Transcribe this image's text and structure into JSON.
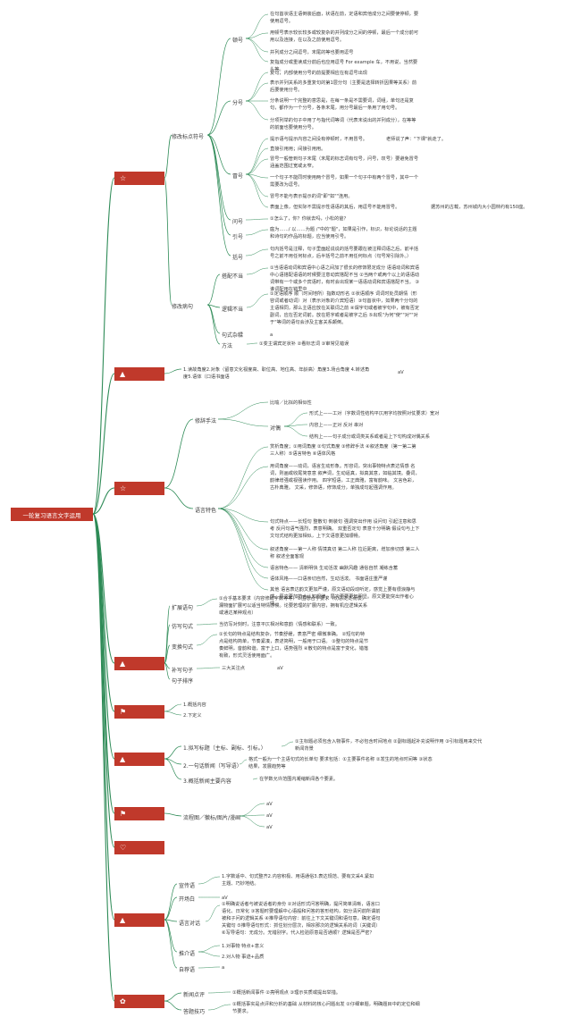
{
  "root": "一轮复习语言文字运用",
  "categories": [
    {
      "label": "",
      "icon": "☆",
      "icon_name": "star-icon"
    },
    {
      "label": "",
      "icon": "▲",
      "icon_name": "fire-icon"
    },
    {
      "label": "",
      "icon": "☆",
      "icon_name": "star-icon"
    },
    {
      "label": "",
      "icon": "▲",
      "icon_name": "fire-icon"
    },
    {
      "label": "",
      "icon": "⚑",
      "icon_name": "flag-icon"
    },
    {
      "label": "",
      "icon": "▲",
      "icon_name": "fire-icon"
    },
    {
      "label": "",
      "icon": "⚑",
      "icon_name": "flag-icon"
    },
    {
      "label": "",
      "icon": "♡",
      "icon_name": "heart-icon"
    },
    {
      "label": "",
      "icon": "▲",
      "icon_name": "fire-icon"
    },
    {
      "label": "",
      "icon": "✿",
      "icon_name": "medal-icon"
    }
  ],
  "c1": {
    "sub1": "修改标点符号",
    "sub2": "修改病句",
    "dunhao": "顿号",
    "fenhao": "分号",
    "maohao": "冒号",
    "wenhao": "问号",
    "yinhao": "引号",
    "kuohao": "括号",
    "dunhao_notes": [
      "在句首状语主语倒装后面，状语在前，定语和宾他成分之间要使停顿，要使用逗号。",
      "用顿号表示较长较多或较复杂的并列成分之间的停顿，最后一个成分前可用以及连接，在以及之前使用逗号。",
      "并列成分之间逗号，末尾的等也要用逗号",
      "复指成分或重读成分前后也应用逗号 For example 车，不用说，当然要头等。"
    ],
    "fenhao_notes": [
      "复句，内部使用分号的前提要相应在有逗号出现",
      "表示并列关系的多重复句的第1层分句（主要是选择转折因果等关系）前后要使用分号。",
      "分条说明一个完整的意思是，在每一条是不需要词，词组，单句还是复句，都作为一个分号，各条末尾，用分号最后一条用了用句号。",
      "分项列举的句子中用了与指代词等词（代表末说出的并列成分），在等等的前面也要使用分号。"
    ],
    "maohao_notes": [
      "提示语与提示内容之间没有停顿时，不用冒号。",
      "直接引用用；间接引用用。",
      "冒号一般管到句子末尾（末尾的标志词有句号，问号，叹号）要避免冒号涵盖范围过宽或太窄。",
      "一个句子不能同时使用两个冒号，如果一个句子中有两个冒号，其中一个需要改为逗号。",
      "冒号不能与表示提示的词\"即\"如\"\"连用。",
      "表面上像，但实际不需提示性语语的其后，用逗号不能用冒号。"
    ],
    "maohao_aside1": "老师说了声：\"下课\"就走了。",
    "maohao_aside2": "据苏州的古载，苏州城内大小园林约有150座。",
    "wenhao_note": "①怎么了，你？你就去吗，小松的爸？",
    "yinhao_note": "庭为……/ 以……为题 /\"中的\"题\"，如果是引作，标识，标论说话的主题和诗句的作品的标题，应当使用引号。",
    "kuohao_note": "句内括号是注释，句子里面起说说的括号要跟在被注释词语之后，前半括号之前不用任何标点，后半括号之前不用任何标点（句号常引除外。）",
    "dapei": "搭配不当",
    "dapei_note": "①当语语动词和宾语中心语之间加了很长的修饰限定成分 语语动词和宾语中心语搭配语语的时候要注意动宾搭配不当 ②当两个或两个以上的语语动词带有一个或多个宾语时，有时会出现某一语语动词和宾语搭配不当。 ③谁词配用在错里中",
    "luoji": "逻辑不当",
    "luoji_note": "①定语顺序 顺（时间地所）指数动形名 ②状语顺序 词词时处员期情（形容词或者动词）对（表示对象的介宾短语）③句首状中，如果两个分句的主语相同，那么主语应放在关联词之前 ④谓字句或者被字句中，被有否定副词，应在否定词前。放在把字或者是被字之后 ⑤出现\"为何\"使\"\"对\"\"对于\"等词的语句会涉及主客关系颠倒。",
    "jushi": "句式杂糅",
    "jushi_tail": "a",
    "fangfa": "方法",
    "fangfa_note": "①变主谓宾定状补 ②看标志词 ③审常见错误"
  },
  "c2": {
    "text": "1.读故角度2.对象（留意文化视度高、职位高、地位高、年龄高）角度3.场合角度 4.转述角度5.语体（口语书面语",
    "tail": "aV"
  },
  "c3": {
    "sub1": "修辞手法",
    "sub2": "语言特色",
    "bibiy": "比喻／比拟的相似性",
    "duiou": "对偶",
    "duiou_xingshi": "形式上——工对（字数词性结构平仄用字均按照对仗要求）宽对",
    "duiou_neirong": "内容上——正对 反对 串对",
    "duiou_jiegou": "结构上——句子成分或词类关系或者是上下句构成对偶关系",
    "tese_list": [
      "赏析角度；①用词角度 ②句式角度 ③修辞手法 ④叙述角度（第一第二第三人称）⑤语言特色 ⑥语体风格",
      "用词角度——动词，语言生动形象。形容词，突出事物特点表达情感 名词，则画或收尾简意意 叙声词，生动逼真，拟真其意，如临其境。叠词，韵律增强或视强读作用。 四字短语，工正典雅，富有韵味。 文言色彩，古朴典雅。 文采，修饰语，修饰成分，单独成句起强调作用。",
      "句式特点——长短句 整散句 倒装句 强调突出作用 设问句 引起注意和思考 反问句语气强烈，表意明确。 双重否定句 表意十分明确 假设句与上下文句式结构更加相似，上下文语意更加顺畅。",
      "叙述角度——第一人称 情境真切 第二人称 拉近距离，增加亲切感 第三人称 叙述全面客观",
      "语言特色—— 清新明快 生动活泼 幽默风趣 通俗自然 凝练含蓄",
      "语体风格——口语亲切自然，生动活泼。 书面语庄重严谨",
      "其他 语言表达韵文更加严谨，原文语动段动听定，感觉上要有很浪静与感。原文更加符合认知规律，层次更要更加明显。原文更能突出作者心情。"
    ]
  },
  "c4": {
    "kuozhan": "扩展语句",
    "kuozhan_note": "①合乎基本要求（内容修辞字数等等）②围想合乎要求（切忌泛泛而谈，漏物面扩展可以适当特情感慢。论要若理的扩展内容，拥有机应逻辑关系或通达某种观点）",
    "fangxie": "仿写句式",
    "fangxie_note": "当仿写对刻时，注意平仄相对和意韵（情感和联系）一致。",
    "bianhuan": "变换句式",
    "bianhuan_note": "①长句的特点是结构复杂，节奏舒缓，表意严密 细微准确。 ②短句的特点是结构简单，节奏紧凑，表述简明，一般用于口语。 ③整句的特点是节奏鲜明，音韵和谐，富于上口，语势强烈 ④散句的特点是富于变化，错落有致，形式灵活使用面广。",
    "buxie": "补写句子",
    "buxie_note": "三大关注点",
    "buxie_tail": "aV",
    "jupai": "句子排序"
  },
  "c5": {
    "line1": "1.概括内容",
    "line2": "2.下定义"
  },
  "c6": {
    "item1": "1.拟写标题（主标、副标、引标。）",
    "item1_note": "①主标题必须包含入物事件，不必包含时间地点 ②副标题起补充说明作用 ③引标题用来交代新闻背景",
    "item2": "2.一句话新闻（写导语）",
    "item2_note": "格式一般为一个主语句式的长单句 要求包括：①主要事件名称 ②发生的地点时间等 ③状态结果，发展趋势等",
    "item3": "3.概括新闻主要内容",
    "item3_note": "在学数允许范围内凝缩新闻各个要素。"
  },
  "c7": {
    "text": "流程图／徽标/图片/漫画",
    "tails": [
      "aV",
      "aV",
      "aV"
    ]
  },
  "c9": {
    "xuanchuan": "宣传语",
    "xuanchuan_note": "1.字数适中、句式整齐2.内容积极、用语通俗3.表达规范、要有文采4.紧扣主题、巧妙地结。",
    "kaichang": "开场白",
    "kaichang_note": "aV",
    "yuyan": "语言对话",
    "yuyan_note": "①明确说话者与被说话者的身份 ②对话形式问答明确，提问简单清晰，语言口语化、日常化 ③答题时要理解中心语般和问答的答形结构，如分清问前所谓前被和子问的逻辑关系 ④推导语句内容：前往上下文关键词和语句意，确定语句关键句 ⑤推导语句形式：抓住划分层次，相宗那次的逻辑关系的词（关键词）⑥写导语句：无成分。无错别字。代入检验原意是否通顺？逻辑是否严密？",
    "tuijie": "推介语",
    "tuijie_l1": "1.对事物 特点+意义",
    "tuijie_l2": "2.对人物 事迹+品质",
    "zijian": "自荐语",
    "zijian_note": "a"
  },
  "c10": {
    "xinwen": "新闻点评",
    "xinwen_note": "①概括新闻事件 ②亮明观点 ③理示实质或提出举措。",
    "dati": "答题技巧",
    "dati_note": "①概括事实是点评和分析的基础 从材料的核心问题出发 ②仔细审题，明确题目中的定位和细节要求。"
  }
}
